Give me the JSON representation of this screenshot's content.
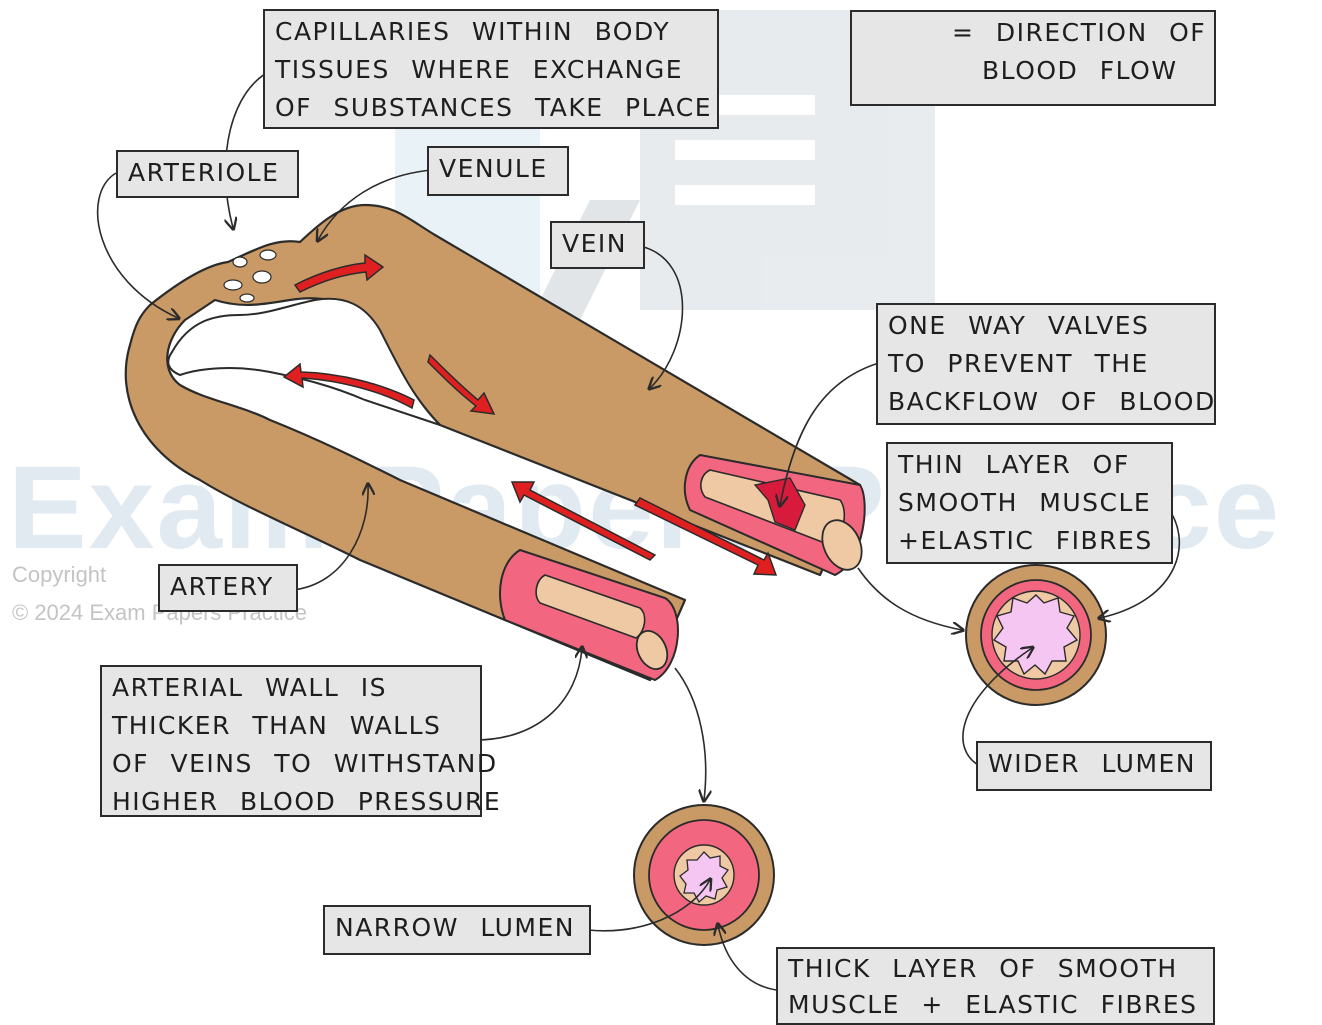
{
  "legend": {
    "text_line1": "= DIRECTION  OF",
    "text_line2": "BLOOD  FLOW"
  },
  "labels": {
    "capillaries": [
      "CAPILLARIES  WITHIN  BODY",
      "TISSUES  WHERE  EXCHANGE",
      "OF  SUBSTANCES  TAKE  PLACE"
    ],
    "arteriole": "ARTERIOLE",
    "venule": "VENULE",
    "vein": "VEIN",
    "valves": [
      "ONE  WAY  VALVES",
      "TO  PREVENT  THE",
      "BACKFLOW  OF  BLOOD"
    ],
    "thin_layer": [
      "THIN  LAYER  OF",
      "SMOOTH  MUSCLE",
      "+ELASTIC  FIBRES"
    ],
    "artery": "ARTERY",
    "arterial_wall": [
      "ARTERIAL  WALL  IS",
      "THICKER  THAN  WALLS",
      "OF  VEINS  TO  WITHSTAND",
      "HIGHER  BLOOD  PRESSURE"
    ],
    "wider_lumen": "WIDER  LUMEN",
    "narrow_lumen": "NARROW  LUMEN",
    "thick_layer": [
      "THICK  LAYER  OF  SMOOTH",
      "MUSCLE + ELASTIC  FIBRES"
    ]
  },
  "watermark": {
    "text": "Exam  Papers  Practice",
    "copyright_line1": "Copyright",
    "copyright_line2": "© 2024 Exam Papers Practice"
  },
  "colors": {
    "vessel_tan": "#c99a66",
    "muscle_pink": "#f2677f",
    "lumen_light": "#efc9a3",
    "lumen_inner": "#f6c6f3",
    "arrow_red": "#e02020",
    "label_bg": "#e6e6e6",
    "outline": "#2b2b2b"
  }
}
